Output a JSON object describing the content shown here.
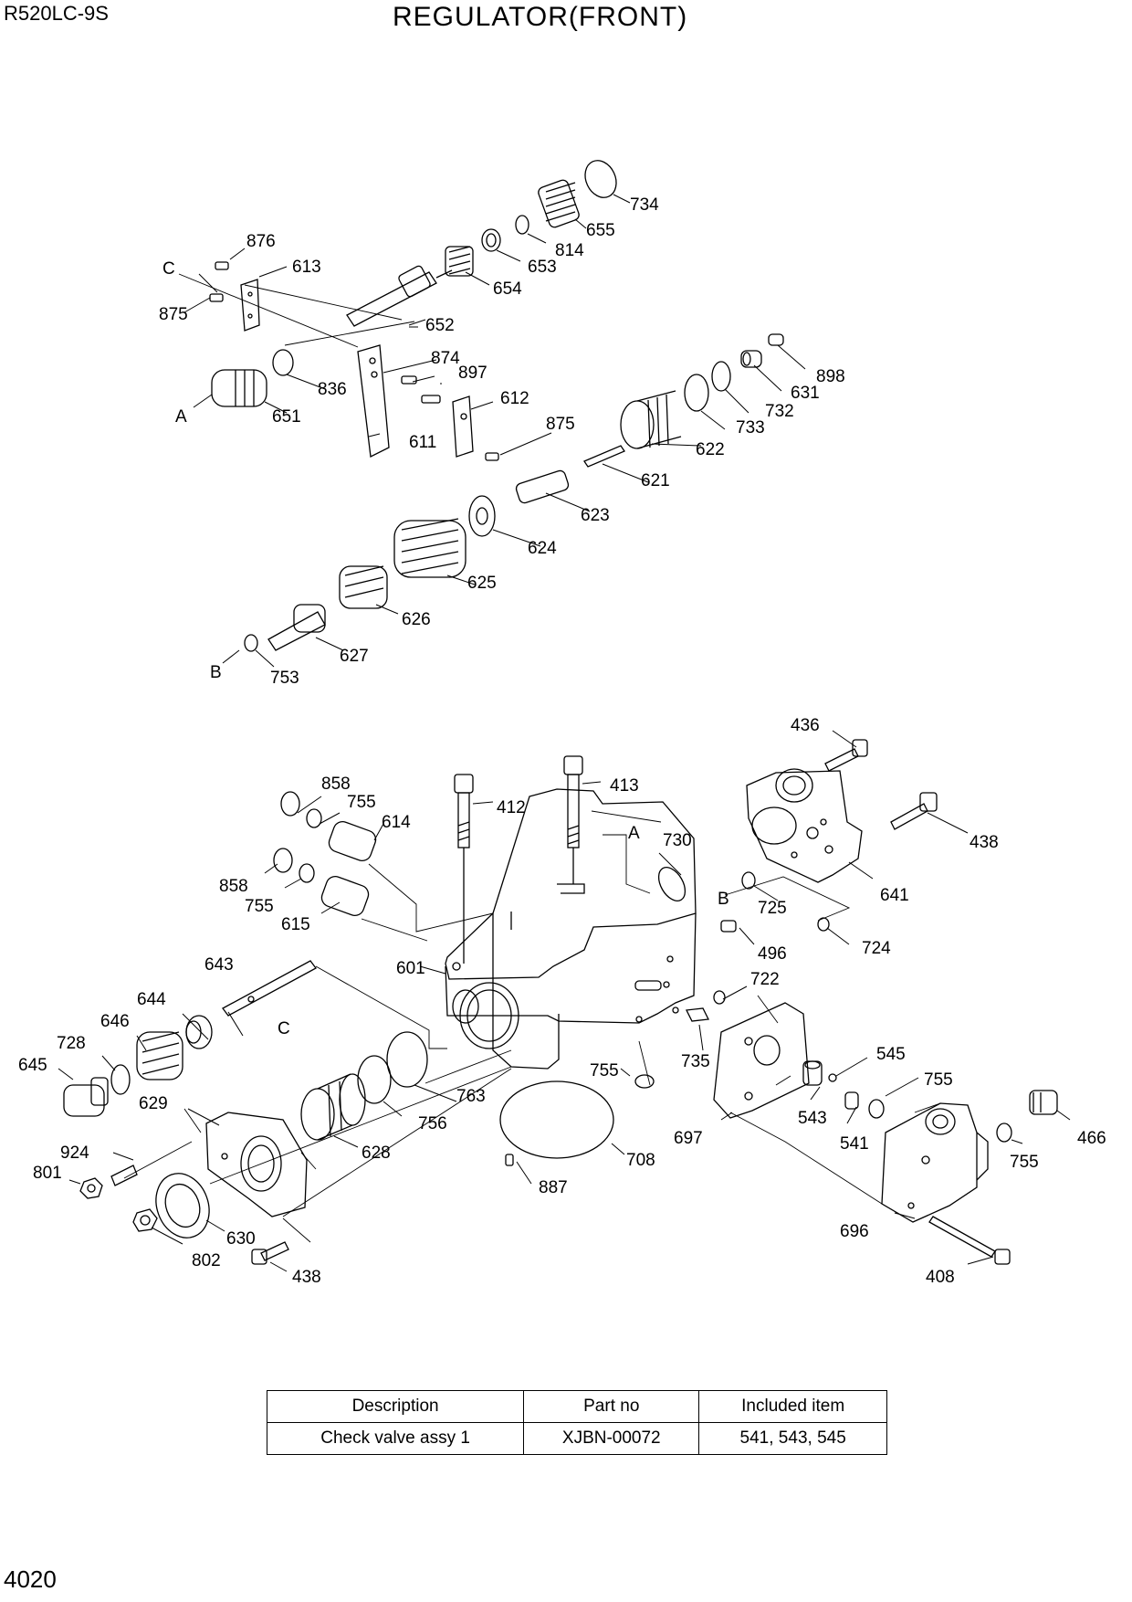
{
  "header": {
    "model": "R520LC-9S",
    "title": "REGULATOR(FRONT)"
  },
  "footer": {
    "page_number": "4020"
  },
  "callouts": {
    "c734": "734",
    "c655": "655",
    "c814": "814",
    "c653": "653",
    "c654": "654",
    "c876": "876",
    "c613": "613",
    "c875_top": "875",
    "c652": "652",
    "c874": "874",
    "c897": "897",
    "c836": "836",
    "c651": "651",
    "c611": "611",
    "c612": "612",
    "c875_mid": "875",
    "c898": "898",
    "c631": "631",
    "c732": "732",
    "c733": "733",
    "c622": "622",
    "c621": "621",
    "c623": "623",
    "c624": "624",
    "c625": "625",
    "c626": "626",
    "c627": "627",
    "c753": "753",
    "c436": "436",
    "c438_right": "438",
    "c641": "641",
    "c730": "730",
    "c725": "725",
    "c724": "724",
    "c412": "412",
    "c413": "413",
    "c858_top": "858",
    "c755_top": "755",
    "c614": "614",
    "c858_mid": "858",
    "c755_mid": "755",
    "c615": "615",
    "c601": "601",
    "c496": "496",
    "c722": "722",
    "c735": "735",
    "c643": "643",
    "c644": "644",
    "c646": "646",
    "c728": "728",
    "c645": "645",
    "c755_low": "755",
    "c763": "763",
    "c756": "756",
    "c628": "628",
    "c629": "629",
    "c924": "924",
    "c801": "801",
    "c630": "630",
    "c802": "802",
    "c438_bottom": "438",
    "c708": "708",
    "c887": "887",
    "c697": "697",
    "c545": "545",
    "c543": "543",
    "c541": "541",
    "c755_right": "755",
    "c466": "466",
    "c755_far": "755",
    "c696": "696",
    "c408": "408"
  },
  "ref_letters": {
    "C_top": "C",
    "A_top": "A",
    "B_top": "B",
    "A_body": "A",
    "B_body": "B",
    "C_body": "C"
  },
  "parts_table": {
    "headers": [
      "Description",
      "Part no",
      "Included item"
    ],
    "rows": [
      [
        "Check valve assy 1",
        "XJBN-00072",
        "541, 543, 545"
      ]
    ]
  }
}
